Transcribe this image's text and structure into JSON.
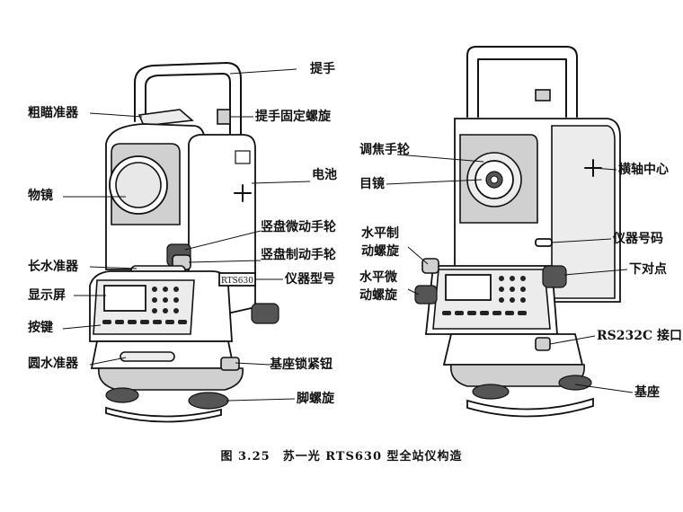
{
  "left_labels": [
    "粗瞄准器",
    "物镜",
    "长水准器",
    "显示屏",
    "按键",
    "圆水准器"
  ],
  "left_right_labels": [
    "提手",
    "提手固定螺旋",
    "电池",
    "竖盘微动手轮",
    "竖盘制动手轮",
    "仪器型号",
    "基座锁紧钮",
    "脚螺旋"
  ],
  "right_left_labels": [
    "调焦手轮",
    "目镜",
    "水平制\n动螺旋",
    "水平微\n动螺旋"
  ],
  "right_right_labels": [
    "横轴中心",
    "仪器号码",
    "下对点",
    "RS232C 接口",
    "基座"
  ],
  "model_plate": "RTS630",
  "caption": {
    "figure_no": "图 3.25",
    "title": "苏一光 RTS630 型全站仪构造"
  }
}
